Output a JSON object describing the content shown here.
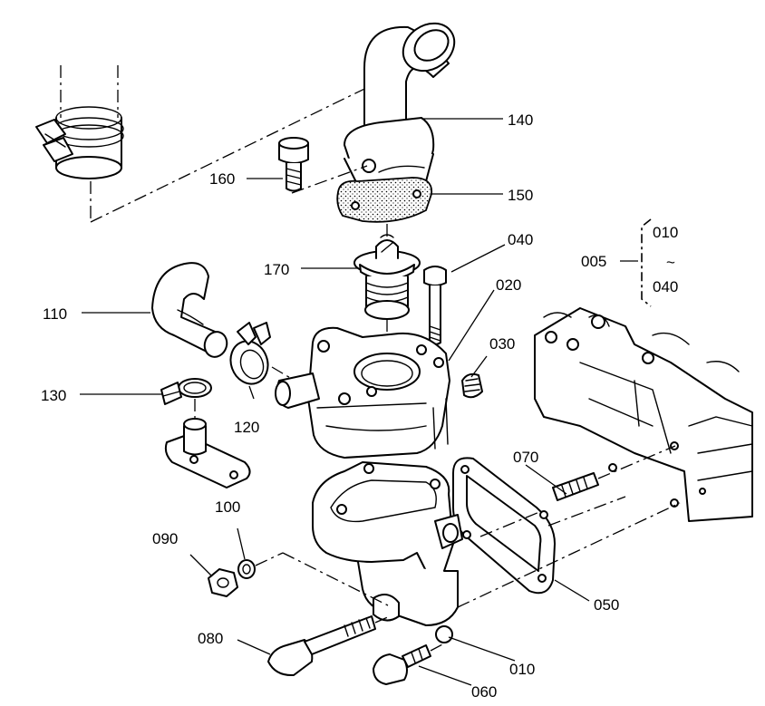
{
  "parts": {
    "p140": "140",
    "p160": "160",
    "p150": "150",
    "p170": "170",
    "p040": "040",
    "p020": "020",
    "p110": "110",
    "p030": "030",
    "p130": "130",
    "p120": "120",
    "p070": "070",
    "p100": "100",
    "p090": "090",
    "p050": "050",
    "p080": "080",
    "p010": "010",
    "p060": "060"
  },
  "range_note": {
    "ref": "005",
    "from": "010",
    "tilde": "~",
    "to": "040"
  }
}
